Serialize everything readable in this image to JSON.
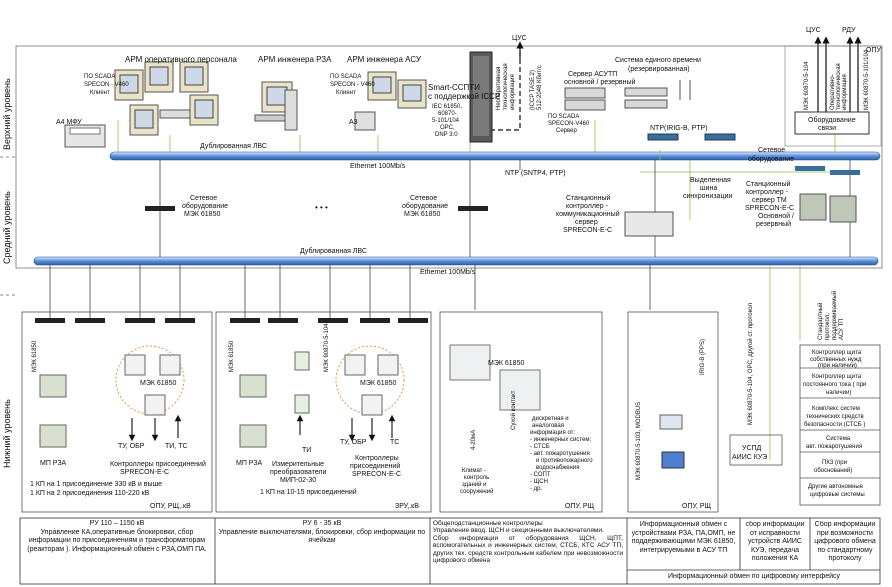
{
  "levels": {
    "top": "Верхний уровень",
    "middle": "Средний уровень",
    "bottom": "Нижний уровень"
  },
  "buses": {
    "top_lan_label": "Дублированная ЛВС",
    "top_ethernet": "Ethernet 100Mb/s",
    "bottom_lan_label": "Дублированная ЛВС",
    "bottom_ethernet": "Ethernet 100Mb/s"
  },
  "top": {
    "arm_operator": "АРМ оперативного персонала",
    "arm_rza": "АРМ инженера РЗА",
    "arm_asu": "АРМ инженера АСУ",
    "scada_client": [
      "ПО SCADA",
      "SPECON - V460",
      "Клиент"
    ],
    "scada_client_asu": [
      "ПО SCADA",
      "SPECON - V460",
      "Клиент"
    ],
    "mfu": "А4 МФУ",
    "a3": "А3",
    "smart_sspti": [
      "Smart-ССПТИ",
      "с поддержкой ICCP"
    ],
    "protocols": [
      "IEC 61850,",
      "60870-",
      "5-101/104",
      "OPC,",
      "DNP 3.0"
    ],
    "iccp": [
      "Неоперативная",
      "технологическая",
      "информация",
      "(ICCP TASE.2)",
      "512-2048 Кбит/с"
    ],
    "tsus": "ЦУС",
    "server_asutp": [
      "Сервер АСУТП",
      "основной / резервный"
    ],
    "scada_server": [
      "ПО SCADA",
      "SPECON-V460",
      "Сервер"
    ],
    "time_system": [
      "Система единого времени",
      "(резервированная)"
    ],
    "ntp_irig": "NTP(IRIG-B, PTP)",
    "ntp_sntp": "NTP (SNTP4, PTP)",
    "tsus_right": "ЦУС",
    "rdu": "РДУ",
    "opu": "ОПУ",
    "mek_104_a": "МЭК 60870-5-104",
    "mek_104_b": "МЭК 60870-5-101/104",
    "oper_tech": [
      "Оперативно-",
      "технологическая",
      "информация"
    ],
    "comm_equipment": [
      "Оборудование",
      "связи"
    ]
  },
  "middle": {
    "net_equipment_1": [
      "Сетевое",
      "оборудование",
      "МЭК 61850"
    ],
    "net_equipment_2": [
      "Сетевое",
      "оборудование",
      "МЭК 61850"
    ],
    "ellipsis": "• • •",
    "station_controller": [
      "Станционный",
      "контроллер -",
      "коммуникационный",
      "сервер",
      "SPRECON-E-C"
    ],
    "sync_bus": [
      "Выделенная",
      "шина",
      "синхронизации"
    ],
    "net_equipment_right": [
      "Сетевое",
      "оборудование"
    ],
    "station_controller_tm": [
      "Станционный",
      "контроллер -",
      "сервер ТМ",
      "SPRECON-E-C",
      "Основной /",
      "резервный"
    ]
  },
  "bottom": {
    "mek61850_a": "МЭК 61850",
    "mek61850_b": "МЭК 61850",
    "mek61850_c": "МЭК 61850",
    "mek61850_d": "МЭК 61850",
    "mek61850_e": "МЭК 61850",
    "mek_104_bottom": "МЭК 60870-5-104",
    "mp_rza_1": "МП РЗА",
    "mp_rza_2": "МП РЗА",
    "tu_obr_1": "ТУ, ОБР",
    "ti_ts": "ТИ, ТС",
    "tu_obr_2": "ТУ, ОБР",
    "ts": "ТС",
    "ti": "ТИ",
    "controllers_1": [
      "Контроллеры присоединений",
      "SPRECON-E-C"
    ],
    "controllers_2": [
      "Контроллеры",
      "присоединений",
      "SPRECON-E-C"
    ],
    "transducers": [
      "Измерительные",
      "преобразователи",
      "МИП-02-30"
    ],
    "kp_note_1": [
      "1 КП на 1 присоединение 330 кВ и выше",
      "1 КП на 2 присоединения 110-220 кВ"
    ],
    "kp_note_2": "1 КП на 10-15 присоединений",
    "opu_rsh_kv": "ОПУ, РЩ,.кВ",
    "zru_kv": "ЗРУ,.кВ",
    "mek61850_mid": "МЭК 61850",
    "ma_signal": "4-20мА",
    "dry_contact": "Сухой контакт",
    "climate": [
      "Климат -",
      "контроль",
      "зданий и",
      "сооружений"
    ],
    "discrete_info": [
      "дискретная и",
      "аналоговая",
      "информация от:",
      "- инженерных систем;",
      "- СТСБ",
      "- авт. пожаротушения",
      "и противопожарного",
      "водоснабжения",
      "- СОПТ",
      "- ЩСН",
      "- др."
    ],
    "opu_rsh_1": "ОПУ, РЩ",
    "modbus": "МЭК 60870-5-103, MODBUS",
    "irig_pps": "IRIG-B (PPS)",
    "opu_rsh_2": "ОПУ, РЩ",
    "opc_other": "МЭК 60870-5-104, OPC, другой ст. протокол",
    "uspd": [
      "УСПД",
      "АИИС КУЭ"
    ],
    "std_protocol": [
      "Стандартный",
      "протокол,",
      "поддерживаемый",
      "АСУ ТП"
    ],
    "subsystems": [
      [
        "Контроллер щита",
        "собственных нужд",
        "(при наличии)"
      ],
      [
        "Контроллер щита",
        "постоянного тока ( при",
        "наличии)"
      ],
      [
        "Комплекс систем",
        "технических средств",
        "безопасности (СТСБ )"
      ],
      [
        "Система",
        "авт. пожаротушения"
      ],
      [
        "ПКЗ (при",
        "обоснований)"
      ],
      [
        "Другие автономные",
        "цифровые системы"
      ]
    ]
  },
  "table": {
    "col1": "РУ 110 – 1150 кВ\nУправление КА,оперативные блокировки, сбор информации по присоединениям и трансформаторам (реакторам ). Информационный обмен с РЗА,ОМП ПА.",
    "col2": "РУ 6 - 35 кВ\nУправление выключателями, блокировки, сбор информации по ячейкам",
    "col3": "Общеподстанционные контроллеры\nУправление ввод. ЩСН и секционными выключателями.\nСбор информации от оборудования ЩСН, ЩПТ, вспомогательных и инженерных систем, СТСБ, КТС АСУ ТП, других тех. средств контрольным кабелем при невозможности цифрового обмена",
    "col4": "Информационный обмен с устройствами РЗА, ПА,ОМП, не поддерживающими МЭК 61850, интегрируемыми в АСУ ТП",
    "col5": "сбор информации от исправности устройств АИИС КУЭ, передача положения КА",
    "col6": "Сбор информации при возможности цифрового обмена по стандартному протоколу",
    "footer": "Информационный обмен по цифровому интерфейсу"
  }
}
